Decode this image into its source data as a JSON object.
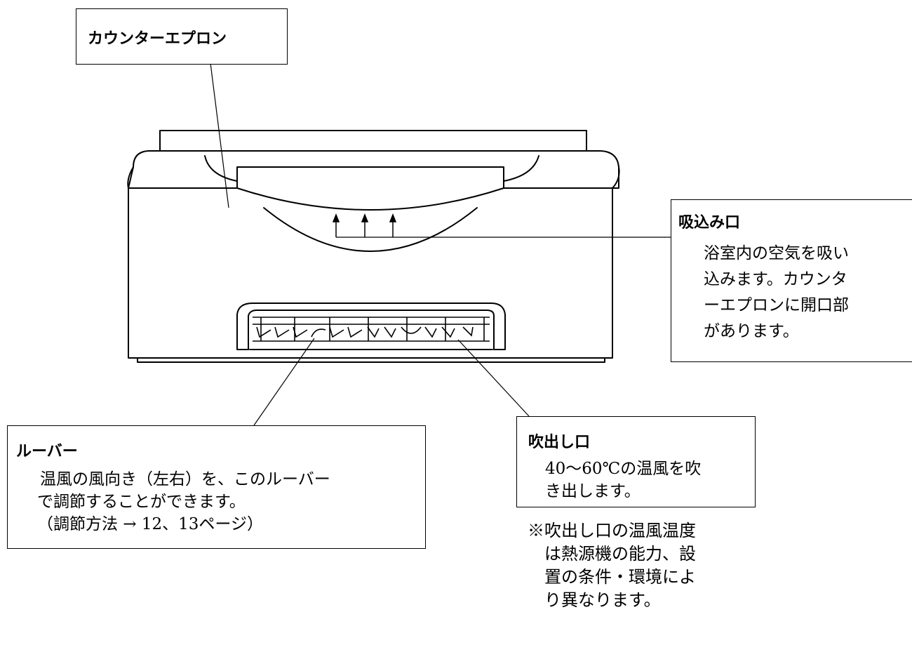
{
  "labels": {
    "counter_apron": {
      "title": "カウンターエプロン"
    },
    "intake": {
      "title": "吸込み口",
      "lines": [
        "浴室内の空気を吸い",
        "込みます。カウンタ",
        "ーエプロンに開口部",
        "があります。"
      ]
    },
    "louver": {
      "title": "ルーバー",
      "lines": [
        "温風の風向き（左右）を、このルーバー",
        "で調節することができます。",
        "（調節方法 → 12、13ページ）"
      ]
    },
    "outlet": {
      "title": "吹出し口",
      "lines": [
        "40～60℃の温風を吹",
        "き出します。"
      ]
    }
  },
  "note": {
    "lines": [
      "※吹出し口の温風温度",
      "　は熱源機の能力、設",
      "　置の条件・環境によ",
      "　り異なります。"
    ]
  }
}
